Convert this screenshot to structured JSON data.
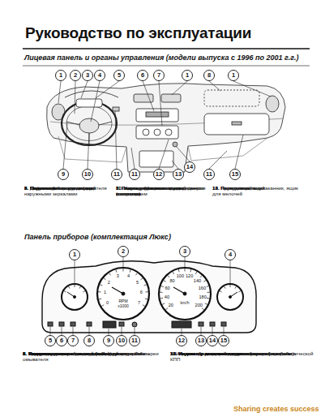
{
  "diagram": {
    "title": "Руководство по эксплуатации",
    "labels": [
      "Лицевая панель и органы управления (модели выпуска с 1996 по 2001 г.г.)",
      "1",
      "2",
      "3",
      "4",
      "5",
      "6",
      "7",
      "1",
      "8",
      "1",
      "9",
      "10",
      "11",
      "11",
      "12",
      "13",
      "14",
      "11",
      "15",
      "1. Дефлекторы воздуховодов",
      "2. Переключатели управления наружными зеркалами",
      "3. Переключатель света фар",
      "4. Подушка безопасности водителя",
      "5. Панель приборов и дисплей",
      "6. Магнитола",
      "7. Панель управления кондиционером и отопителем",
      "8. Подушка безопасности переднего пассажира",
      "9. Кнопки управления круиз-контролем",
      "10. Кнопка звукового сигнала (клаксона)",
      "11. Накладной щиток лицевой панели",
      "12. Прикуриватель",
      "13. Ящик для мелочей",
      "14. Пепельница, подстаканник, ящик для мелочей",
      "15. Перчаточный ящик",
      "Панель приборов (комплектация Люкс)",
      "1",
      "2",
      "3",
      "4",
      "5",
      "6",
      "7",
      "8",
      "9",
      "10",
      "11",
      "12",
      "13",
      "14",
      "15",
      "0",
      "1",
      "2",
      "3",
      "4",
      "5",
      "6",
      "7",
      "RPM x1000",
      "20",
      "40",
      "60",
      "80",
      "100",
      "120",
      "140",
      "160",
      "180",
      "200",
      "km/h",
      "1. Указатель температуры охлаждающей жидкости",
      "2. Тахометр",
      "3. Спидометр",
      "4. Указатель уровня топлива в баке",
      "5. Контрольная лампочка заряда аккумуляторной батареи",
      "6. Индикатор открытой задней (пятой) двери",
      "7. Предупреждающая лампочка «Пристегните ремни»",
      "8. Индикатор минимального уровня жидкости в баке омывателя",
      "9. Индикатор одометра/счетчика суточного пробега",
      "10. Индикатор включения счетчика суточного пробега",
      "11. Кнопка сброса счетчика суточного пробега",
      "12. Индикатор включения ручного селектора автоматической КПП",
      "13. Индикатор открытой двери",
      "14. Индикатор включения круиз-контроля (темпомат)",
      "15. Индикатор резерва топлива в баке",
      "Sharing creates success"
    ]
  }
}
